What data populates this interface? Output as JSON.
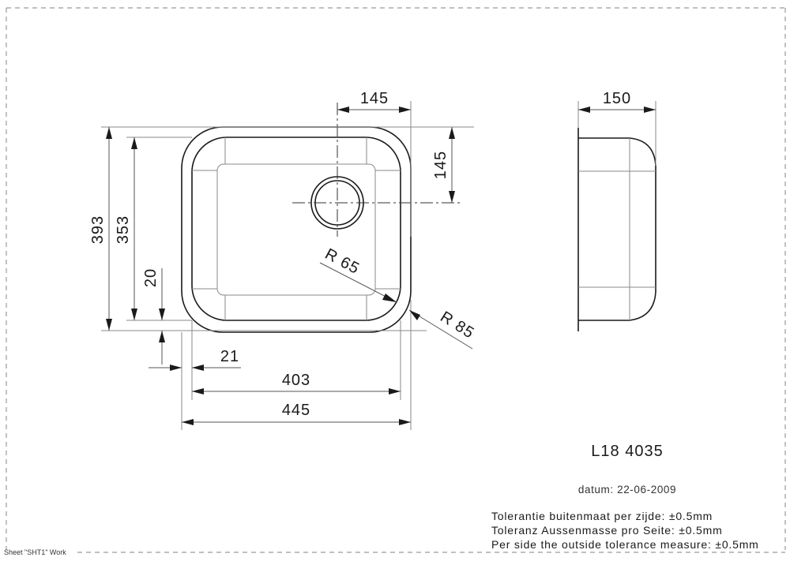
{
  "drawing": {
    "model": "L18 4035",
    "date_label": "datum: 22-06-2009",
    "sheet_label": "Sheet \"SHT1\" Work",
    "tolerances": [
      "Tolerantie buitenmaat per zijde: ±0.5mm",
      "Toleranz Aussenmasse pro Seite: ±0.5mm",
      "Per side the outside tolerance measure: ±0.5mm"
    ]
  },
  "dimensions": {
    "outer_height": "393",
    "inner_height": "353",
    "rim_bottom_offset": "20",
    "rim_side_offset": "21",
    "inner_width": "403",
    "outer_width": "445",
    "drain_from_right": "145",
    "drain_from_top": "145",
    "depth": "150",
    "inner_radius": "R 65",
    "outer_radius": "R 85"
  },
  "colors": {
    "line": "#1a1a1a",
    "construction": "#8a8a8a",
    "border": "#9a9a9a",
    "background": "#ffffff"
  }
}
